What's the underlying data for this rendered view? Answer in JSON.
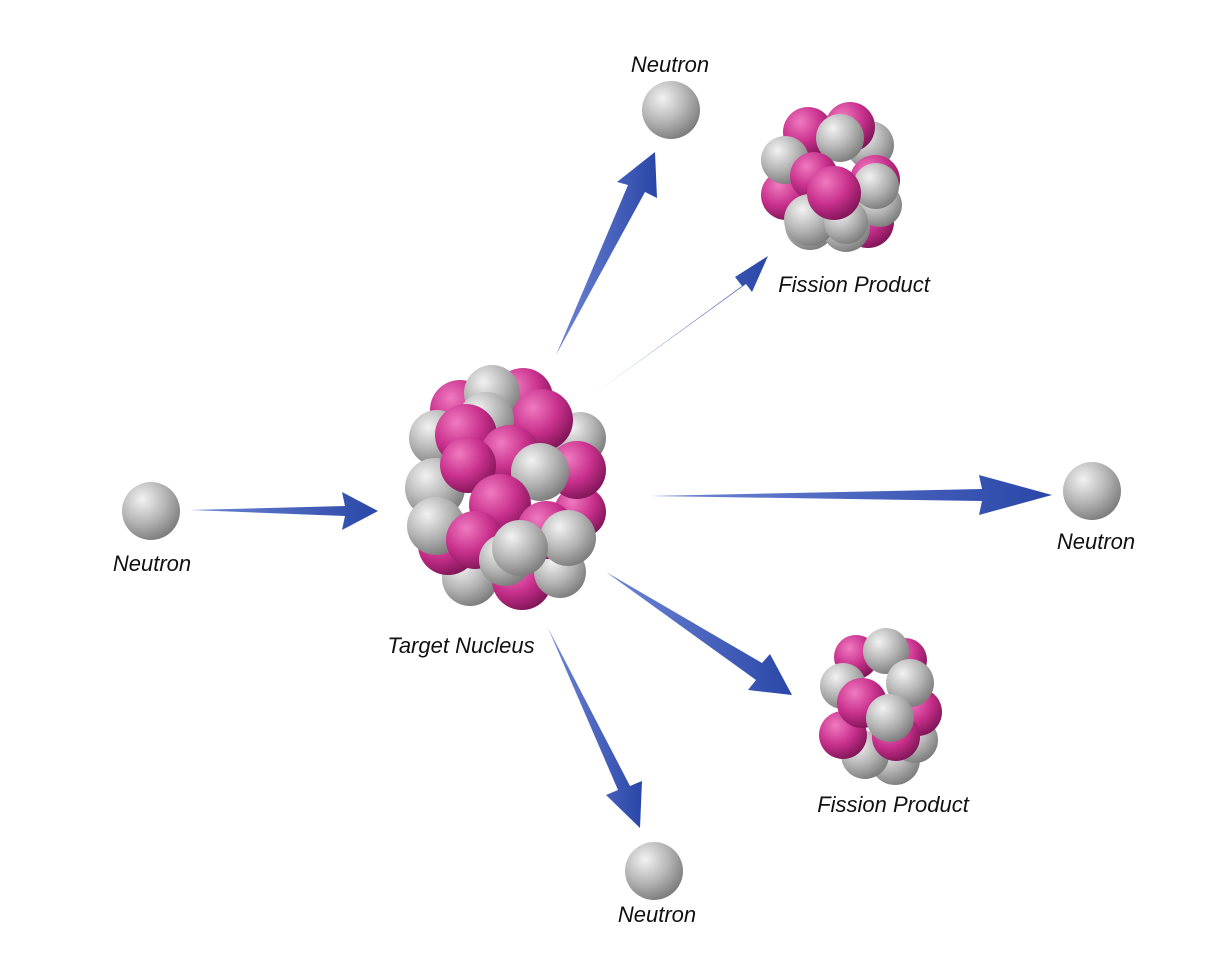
{
  "labels": {
    "incoming_neutron": "Neutron",
    "target_nucleus": "Target Nucleus",
    "neutron_top": "Neutron",
    "neutron_right": "Neutron",
    "neutron_bottom": "Neutron",
    "fission_product_top": "Fission Product",
    "fission_product_bottom": "Fission Product"
  },
  "colors": {
    "neutron": "#a8a8a8",
    "proton": "#c8308c",
    "arrow": "#2f4eb0",
    "text": "#111111"
  }
}
